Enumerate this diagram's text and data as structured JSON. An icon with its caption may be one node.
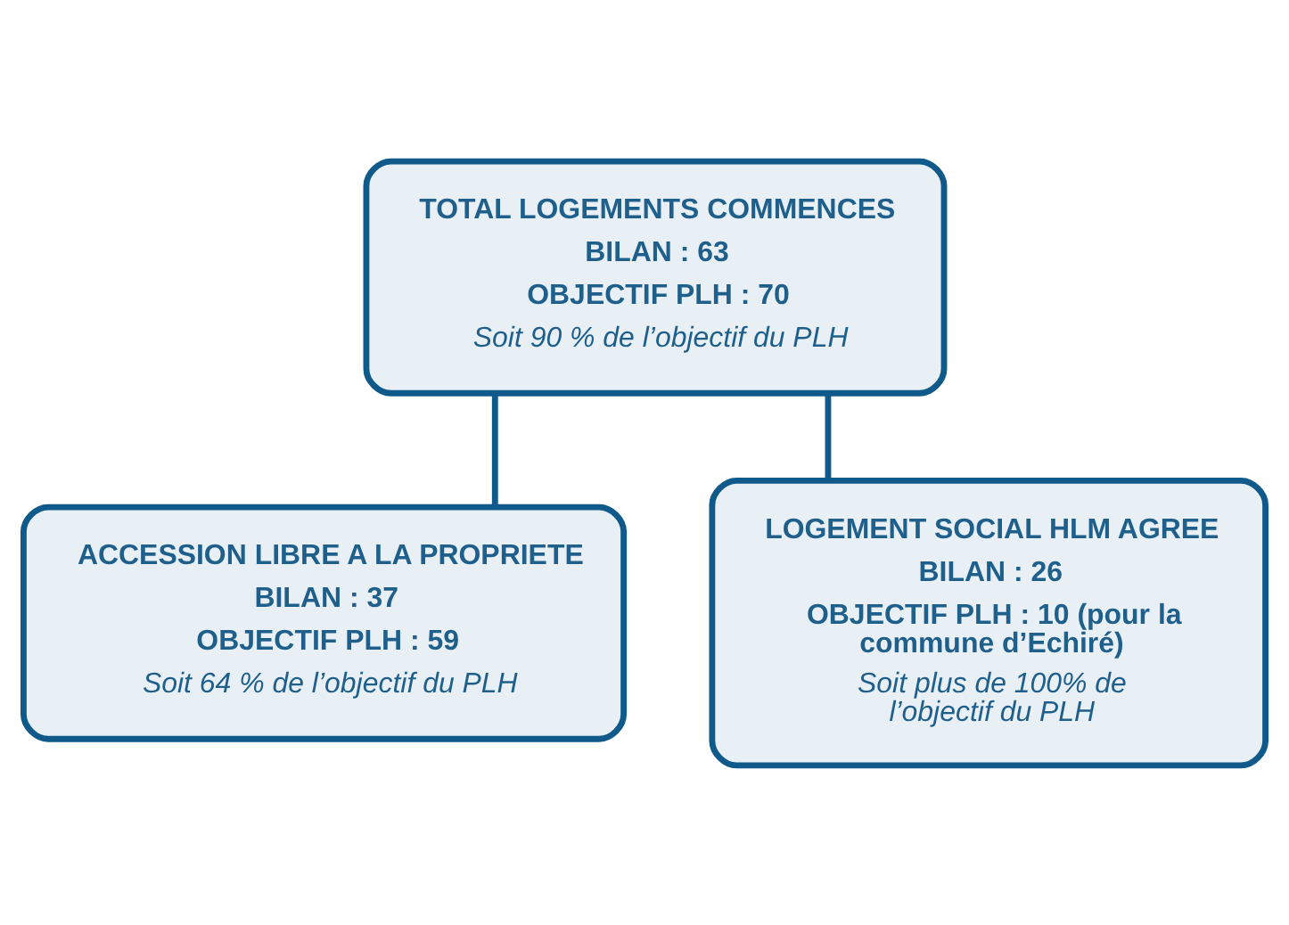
{
  "diagram": {
    "nodes": [
      {
        "text": [
          "TOTAL LOGEMENTS COMMENCES",
          "BILAN : 63",
          "OBJECTIF PLH : 70",
          "Soit 90 % de l’objectif du PLH"
        ]
      },
      {
        "text": [
          "ACCESSION LIBRE A LA PROPRIETE",
          "BILAN : 37",
          "OBJECTIF PLH : 59",
          "Soit 64 % de l’objectif du PLH"
        ]
      },
      {
        "text": [
          "LOGEMENT SOCIAL HLM AGREE",
          "BILAN : 26",
          "OBJECTIF PLH : 10 (pour la commune d’Echiré)",
          "Soit plus de 100% de l’objectif du PLH"
        ]
      }
    ],
    "edges": [
      {
        "from": 0,
        "to": 1,
        "arrow": "none"
      },
      {
        "from": 0,
        "to": 2,
        "arrow": "none"
      }
    ]
  }
}
